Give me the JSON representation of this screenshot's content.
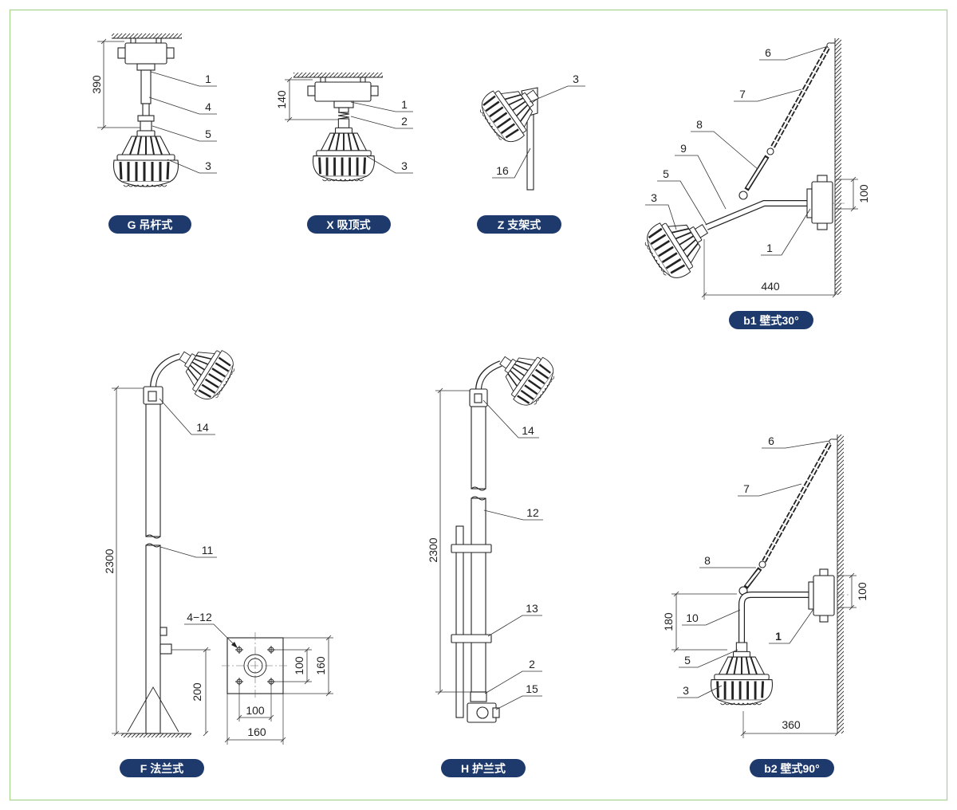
{
  "colors": {
    "caption_bg": "#1e3a6c",
    "caption_text": "#ffffff",
    "frame": "#a9d18e",
    "line": "#222222"
  },
  "panels": {
    "g": {
      "caption": "G 吊杆式",
      "dim_height": "390",
      "callouts": [
        "1",
        "4",
        "5",
        "3"
      ]
    },
    "x": {
      "caption": "X 吸顶式",
      "dim_height": "140",
      "callouts": [
        "1",
        "2",
        "3"
      ]
    },
    "z": {
      "caption": "Z 支架式",
      "callouts": [
        "3",
        "16"
      ]
    },
    "b1": {
      "caption": "b1 壁式30°",
      "dim_box": "100",
      "dim_reach": "440",
      "callouts": [
        "6",
        "7",
        "8",
        "9",
        "5",
        "3",
        "1"
      ]
    },
    "f": {
      "caption": "F 法兰式",
      "dim_height": "2300",
      "dim_flange_height": "200",
      "flange": {
        "hole_spacing_h": "100",
        "plate_width": "160",
        "hole_spacing_v": "100",
        "plate_height": "160",
        "holes": "4−12"
      },
      "callouts": [
        "14",
        "11"
      ]
    },
    "h": {
      "caption": "H 护兰式",
      "dim_height": "2300",
      "callouts": [
        "14",
        "12",
        "13",
        "2",
        "15"
      ]
    },
    "b2": {
      "caption": "b2 壁式90°",
      "dim_drop": "180",
      "dim_box": "100",
      "dim_reach": "360",
      "callouts": [
        "6",
        "7",
        "8",
        "10",
        "5",
        "3",
        "1"
      ]
    }
  }
}
